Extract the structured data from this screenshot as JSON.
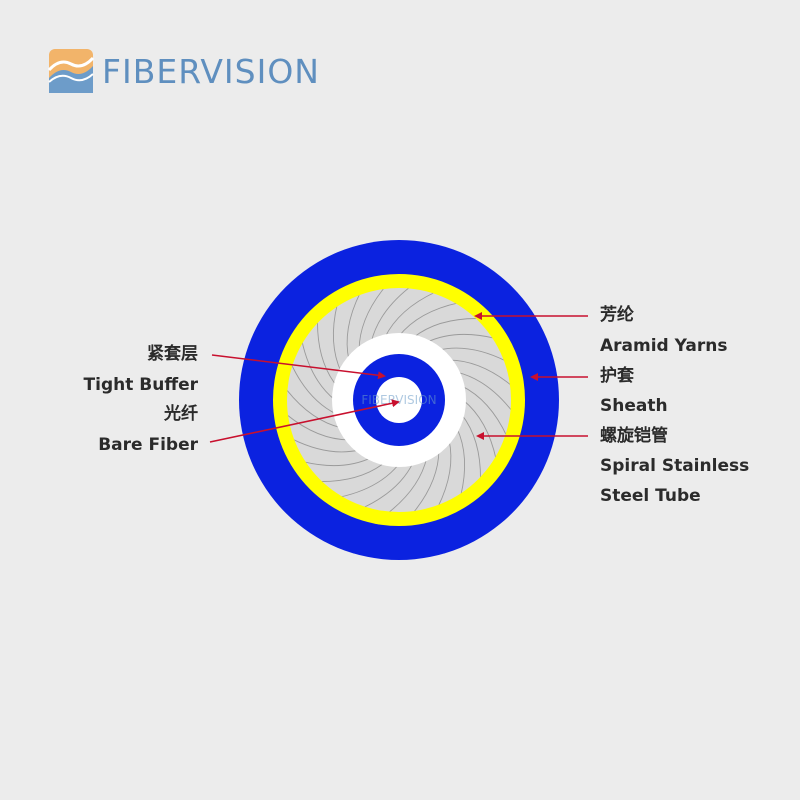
{
  "brand": {
    "name": "FIBERVISION",
    "watermark": "FIBERVISION",
    "text_color": "#5f8fbf",
    "mark_colors": [
      "#f2b46a",
      "#6d9cc9"
    ]
  },
  "colors": {
    "sheath": "#0b22e0",
    "aramid": "#ffff00",
    "steel_tube": "#d9d9d9",
    "tight_buffer": "#0b22e0",
    "gap": "#ffffff",
    "arrow": "#c8102e",
    "background": "#ececec"
  },
  "labels": {
    "tight_buffer_cn": "紧套层",
    "tight_buffer_en": "Tight Buffer",
    "bare_fiber_cn": "光纤",
    "bare_fiber_en": "Bare Fiber",
    "aramid_cn": "芳纶",
    "aramid_en": "Aramid Yarns",
    "sheath_cn": "护套",
    "sheath_en": "Sheath",
    "steel_tube_cn": "螺旋铠管",
    "steel_tube_en_1": "Spiral Stainless",
    "steel_tube_en_2": "Steel Tube"
  }
}
